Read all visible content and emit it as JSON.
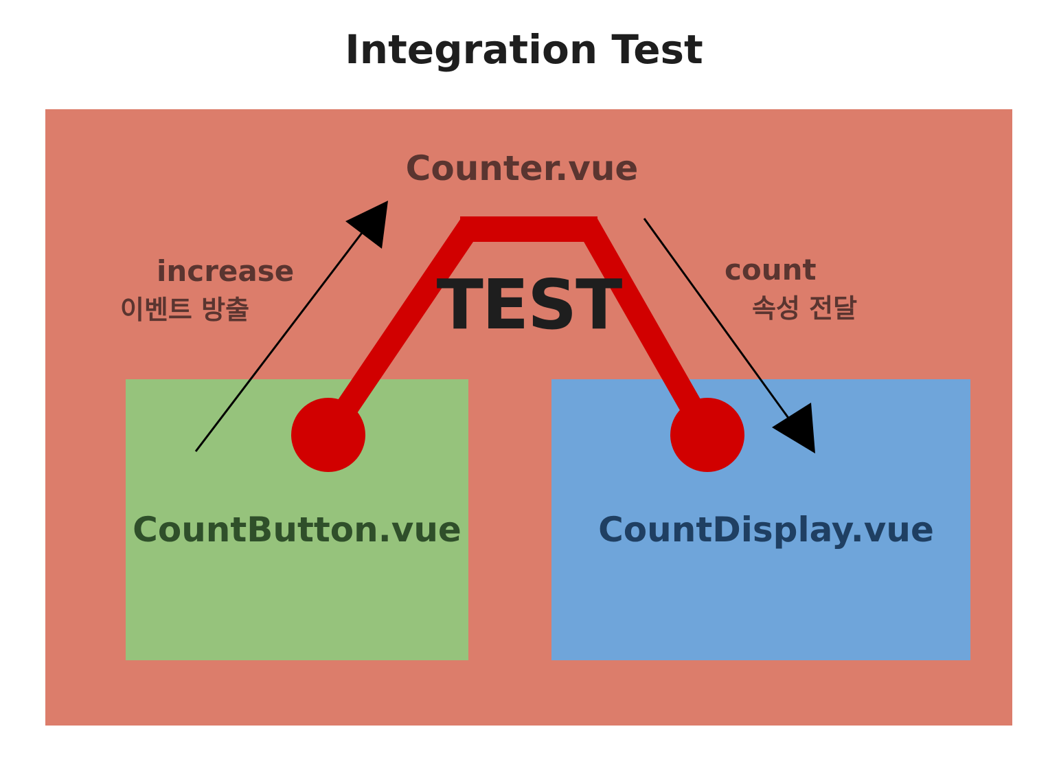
{
  "title": "Integration Test",
  "components": {
    "parent": "Counter.vue",
    "child_left": "CountButton.vue",
    "child_right": "CountDisplay.vue"
  },
  "flows": {
    "left": {
      "line1": "increase",
      "line2": "이벤트 방출"
    },
    "right": {
      "line1": "count",
      "line2": "속성 전달"
    }
  },
  "test_label": "TEST",
  "colors": {
    "outer": "#dc7d6b",
    "left_box": "#96c37c",
    "right_box": "#6fa5da",
    "test_path": "#d10000",
    "arrows": "#000000"
  }
}
